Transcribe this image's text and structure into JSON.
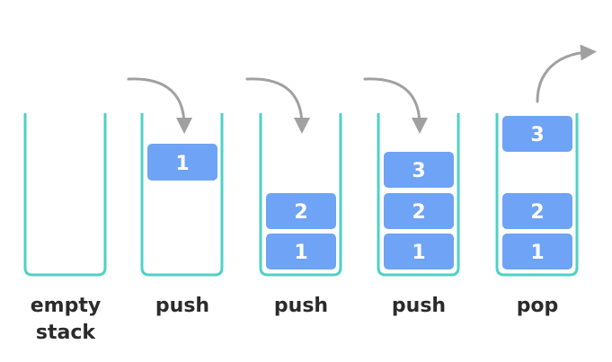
{
  "colors": {
    "container_stroke": "#4fd1c5",
    "block_fill": "#6ea3f5",
    "block_text": "#ffffff",
    "arrow": "#a0a0a0",
    "caption_text": "#2b2b2b"
  },
  "stacks": [
    {
      "caption_line1": "empty",
      "caption_line2": "stack",
      "arrow": "none",
      "blocks": []
    },
    {
      "caption_line1": "push",
      "caption_line2": "",
      "arrow": "in",
      "blocks": [
        "1"
      ]
    },
    {
      "caption_line1": "push",
      "caption_line2": "",
      "arrow": "in",
      "blocks": [
        "1",
        "2"
      ]
    },
    {
      "caption_line1": "push",
      "caption_line2": "",
      "arrow": "in",
      "blocks": [
        "1",
        "2",
        "3"
      ]
    },
    {
      "caption_line1": "pop",
      "caption_line2": "",
      "arrow": "out",
      "blocks": [
        "1",
        "2",
        "3"
      ]
    }
  ]
}
